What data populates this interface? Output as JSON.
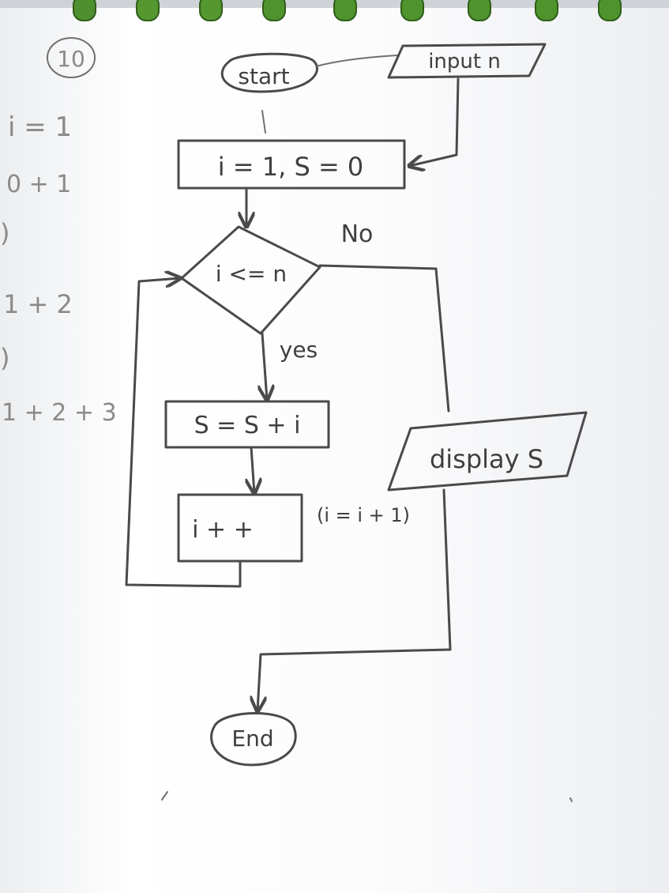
{
  "page_number": "10",
  "margin_notes": [
    "i = 1",
    "0 + 1",
    ")",
    "1 + 2",
    ")",
    "1 + 2 + 3"
  ],
  "flowchart": {
    "start": "start",
    "input": "input n",
    "init": "i = 1, S = 0",
    "condition": "i <= n",
    "label_no": "No",
    "label_yes": "yes",
    "sum": "S = S + i",
    "increment": "i + +",
    "increment_note": "(i = i + 1)",
    "output": "display S",
    "end": "End"
  }
}
